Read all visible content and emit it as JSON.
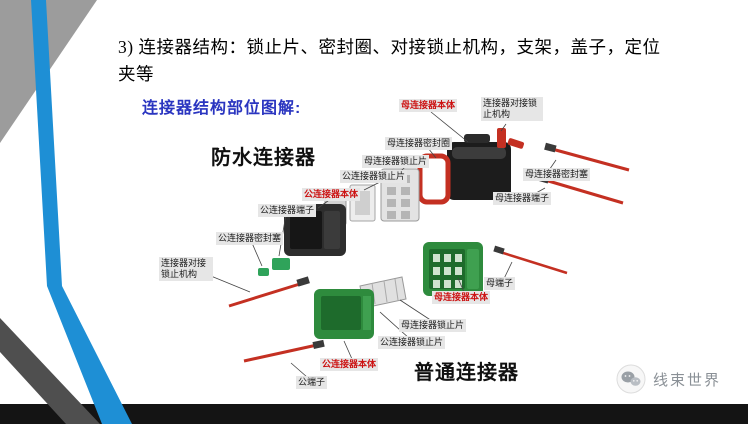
{
  "slide": {
    "title_line1": "3) 连接器结构：锁止片、密封圈、对接锁止机构，支架，盖子，定位",
    "title_line2": "夹等",
    "section_heading": "连接器结构部位图解:",
    "diagram": {
      "waterproof_heading": "防水连接器",
      "normal_heading": "普通连接器"
    },
    "watermark": {
      "text": "线束世界"
    }
  },
  "labels": [
    {
      "text": "母连接器本体",
      "emphasis": "red"
    },
    {
      "text": "连接器对接锁止机构",
      "emphasis": "none"
    },
    {
      "text": "母连接器密封圈",
      "emphasis": "none"
    },
    {
      "text": "母连接器锁止片",
      "emphasis": "none"
    },
    {
      "text": "公连接器锁止片",
      "emphasis": "none"
    },
    {
      "text": "母连接器密封塞",
      "emphasis": "none"
    },
    {
      "text": "母连接器端子",
      "emphasis": "none"
    },
    {
      "text": "公连接器本体",
      "emphasis": "red"
    },
    {
      "text": "公连接器端子",
      "emphasis": "none"
    },
    {
      "text": "公连接器密封塞",
      "emphasis": "none"
    },
    {
      "text": "连接器对接锁止机构",
      "emphasis": "none"
    },
    {
      "text": "母端子",
      "emphasis": "none"
    },
    {
      "text": "母连接器本体",
      "emphasis": "red"
    },
    {
      "text": "母连接器锁止片",
      "emphasis": "none"
    },
    {
      "text": "公连接器锁止片",
      "emphasis": "none"
    },
    {
      "text": "公连接器本体",
      "emphasis": "red"
    },
    {
      "text": "公端子",
      "emphasis": "none"
    }
  ],
  "colors": {
    "accent_blue_stripe": "#1e8fd5",
    "heading_blue": "#2a35c0",
    "label_red": "#cc1010",
    "connector_green": "#2e8b3d",
    "cable_red": "#c43022",
    "bottom_bar_black": "#141414"
  }
}
